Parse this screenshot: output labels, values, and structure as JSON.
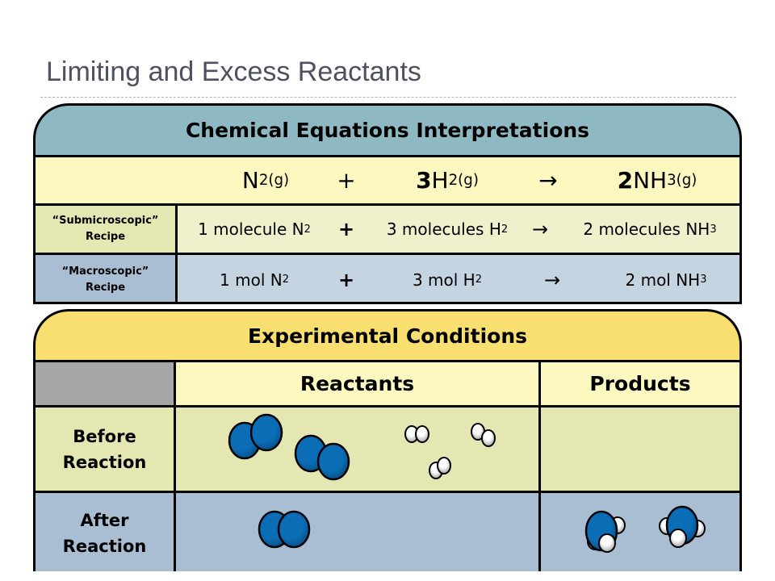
{
  "title": "Limiting and Excess Reactants",
  "equations": {
    "header": "Chemical Equations Interpretations",
    "formula": {
      "n2": "N",
      "n2_sub": "2(g)",
      "plus": "+",
      "h2_coef": "3",
      "h2": "H",
      "h2_sub": "2(g)",
      "arrow": "→",
      "nh3_coef": "2",
      "nh3": "NH",
      "nh3_sub": "3(g)"
    },
    "submicro": {
      "label1": "“Submicroscopic”",
      "label2": "Recipe",
      "n2": "1 molecule N",
      "n2_sub": "2",
      "plus": "+",
      "h2": "3 molecules H",
      "h2_sub": "2",
      "arrow": "→",
      "nh3": "2 molecules NH",
      "nh3_sub": "3"
    },
    "macro": {
      "label1": "“Macroscopic”",
      "label2": "Recipe",
      "n2": "1 mol N",
      "n2_sub": "2",
      "plus": "+",
      "h2": "3 mol H",
      "h2_sub": "2",
      "arrow": "→",
      "nh3": "2 mol NH",
      "nh3_sub": "3"
    }
  },
  "experiment": {
    "header": "Experimental Conditions",
    "reactants": "Reactants",
    "products": "Products",
    "before1": "Before",
    "before2": "Reaction",
    "after1": "After",
    "after2": "Reaction"
  },
  "colors": {
    "teal": "#8fb9c2",
    "gold": "#f9df70",
    "yellow": "#fdf8c0",
    "olive": "#e4e7b2",
    "blue": "#a9bed3",
    "nitrogen": "#0a6db5"
  }
}
